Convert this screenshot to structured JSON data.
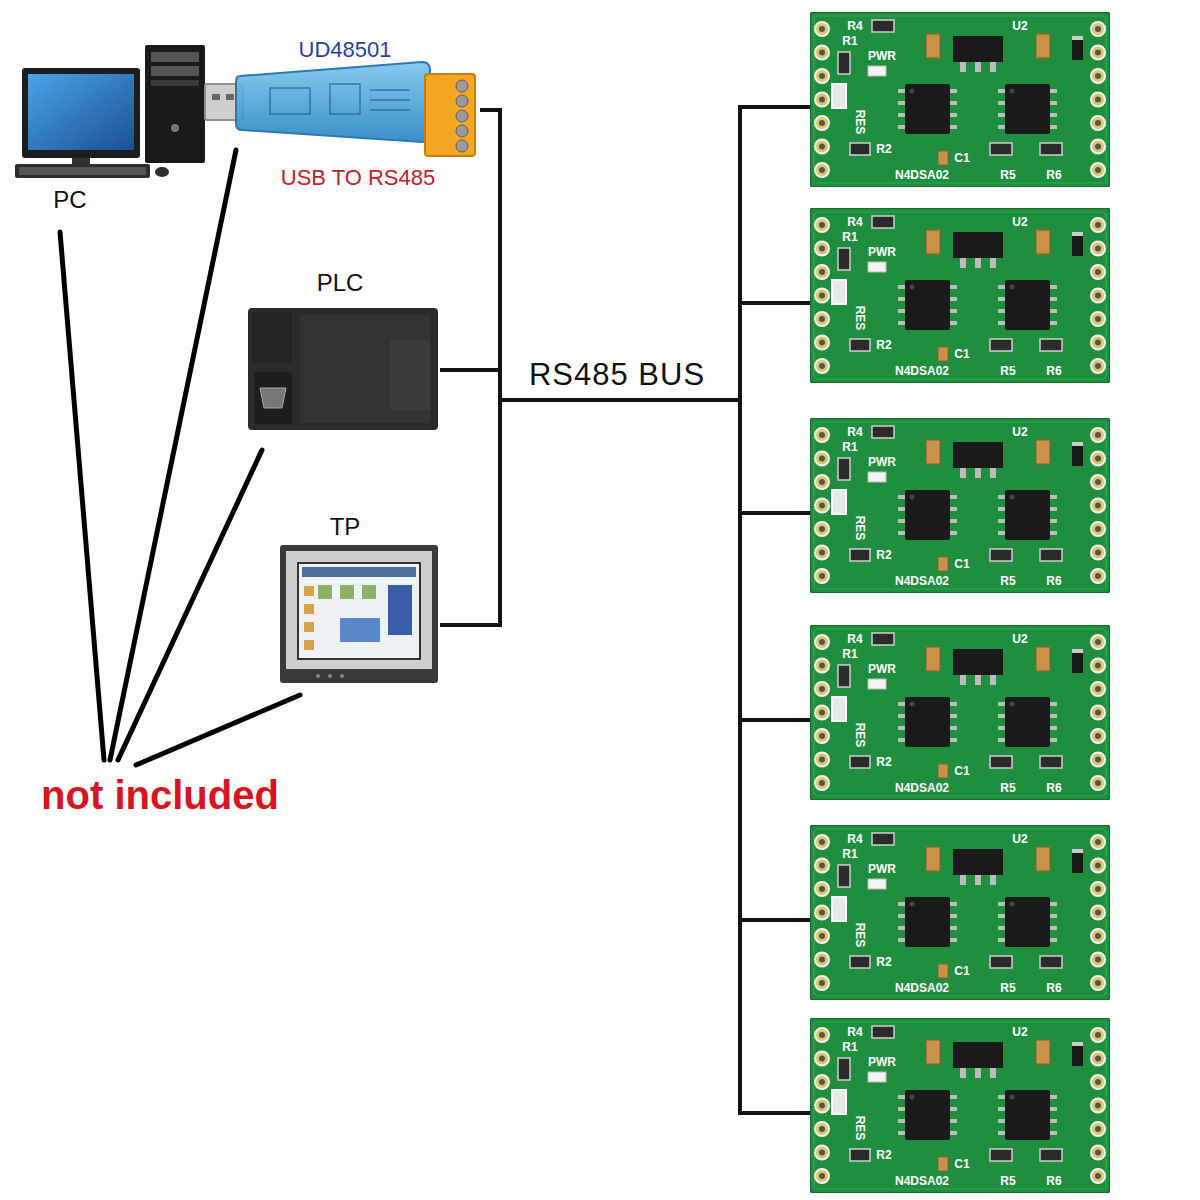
{
  "diagram": {
    "nodes": [
      {
        "text": [
          "PC"
        ]
      },
      {
        "text": [
          "UD48501",
          "USB TO RS485"
        ]
      },
      {
        "text": [
          "PLC"
        ]
      },
      {
        "text": [
          "TP"
        ]
      },
      {
        "text": [
          "R4",
          "R1",
          "PWR",
          "U2",
          "RES",
          "R2",
          "C1",
          "N4DSA02",
          "R5",
          "R6"
        ]
      },
      {
        "text": [
          "R4",
          "R1",
          "PWR",
          "U2",
          "RES",
          "R2",
          "C1",
          "N4DSA02",
          "R5",
          "R6"
        ]
      },
      {
        "text": [
          "R4",
          "R1",
          "PWR",
          "U2",
          "RES",
          "R2",
          "C1",
          "N4DSA02",
          "R5",
          "R6"
        ]
      },
      {
        "text": [
          "R4",
          "R1",
          "PWR",
          "U2",
          "RES",
          "R2",
          "C1",
          "N4DSA02",
          "R5",
          "R6"
        ]
      },
      {
        "text": [
          "R4",
          "R1",
          "PWR",
          "U2",
          "RES",
          "R2",
          "C1",
          "N4DSA02",
          "R5",
          "R6"
        ]
      },
      {
        "text": [
          "R4",
          "R1",
          "PWR",
          "U2",
          "RES",
          "R2",
          "C1",
          "N4DSA02",
          "R5",
          "R6"
        ]
      }
    ],
    "edges": [
      {
        "from": 1,
        "to": 4,
        "arrow": "none"
      },
      {
        "from": 1,
        "to": 5,
        "arrow": "none"
      },
      {
        "from": 1,
        "to": 6,
        "arrow": "none"
      },
      {
        "from": 1,
        "to": 7,
        "arrow": "none"
      },
      {
        "from": 1,
        "to": 8,
        "arrow": "none"
      },
      {
        "from": 1,
        "to": 9,
        "arrow": "none"
      },
      {
        "from": 2,
        "to": 4,
        "arrow": "none"
      },
      {
        "from": 2,
        "to": 5,
        "arrow": "none"
      },
      {
        "from": 2,
        "to": 6,
        "arrow": "none"
      },
      {
        "from": 2,
        "to": 7,
        "arrow": "none"
      },
      {
        "from": 2,
        "to": 8,
        "arrow": "none"
      },
      {
        "from": 2,
        "to": 9,
        "arrow": "none"
      },
      {
        "from": 3,
        "to": 4,
        "arrow": "none"
      },
      {
        "from": 3,
        "to": 5,
        "arrow": "none"
      },
      {
        "from": 3,
        "to": 6,
        "arrow": "none"
      },
      {
        "from": 3,
        "to": 7,
        "arrow": "none"
      },
      {
        "from": 3,
        "to": 8,
        "arrow": "none"
      },
      {
        "from": 3,
        "to": 9,
        "arrow": "none"
      }
    ],
    "labels": [
      "RS485 BUS",
      "not included"
    ]
  }
}
